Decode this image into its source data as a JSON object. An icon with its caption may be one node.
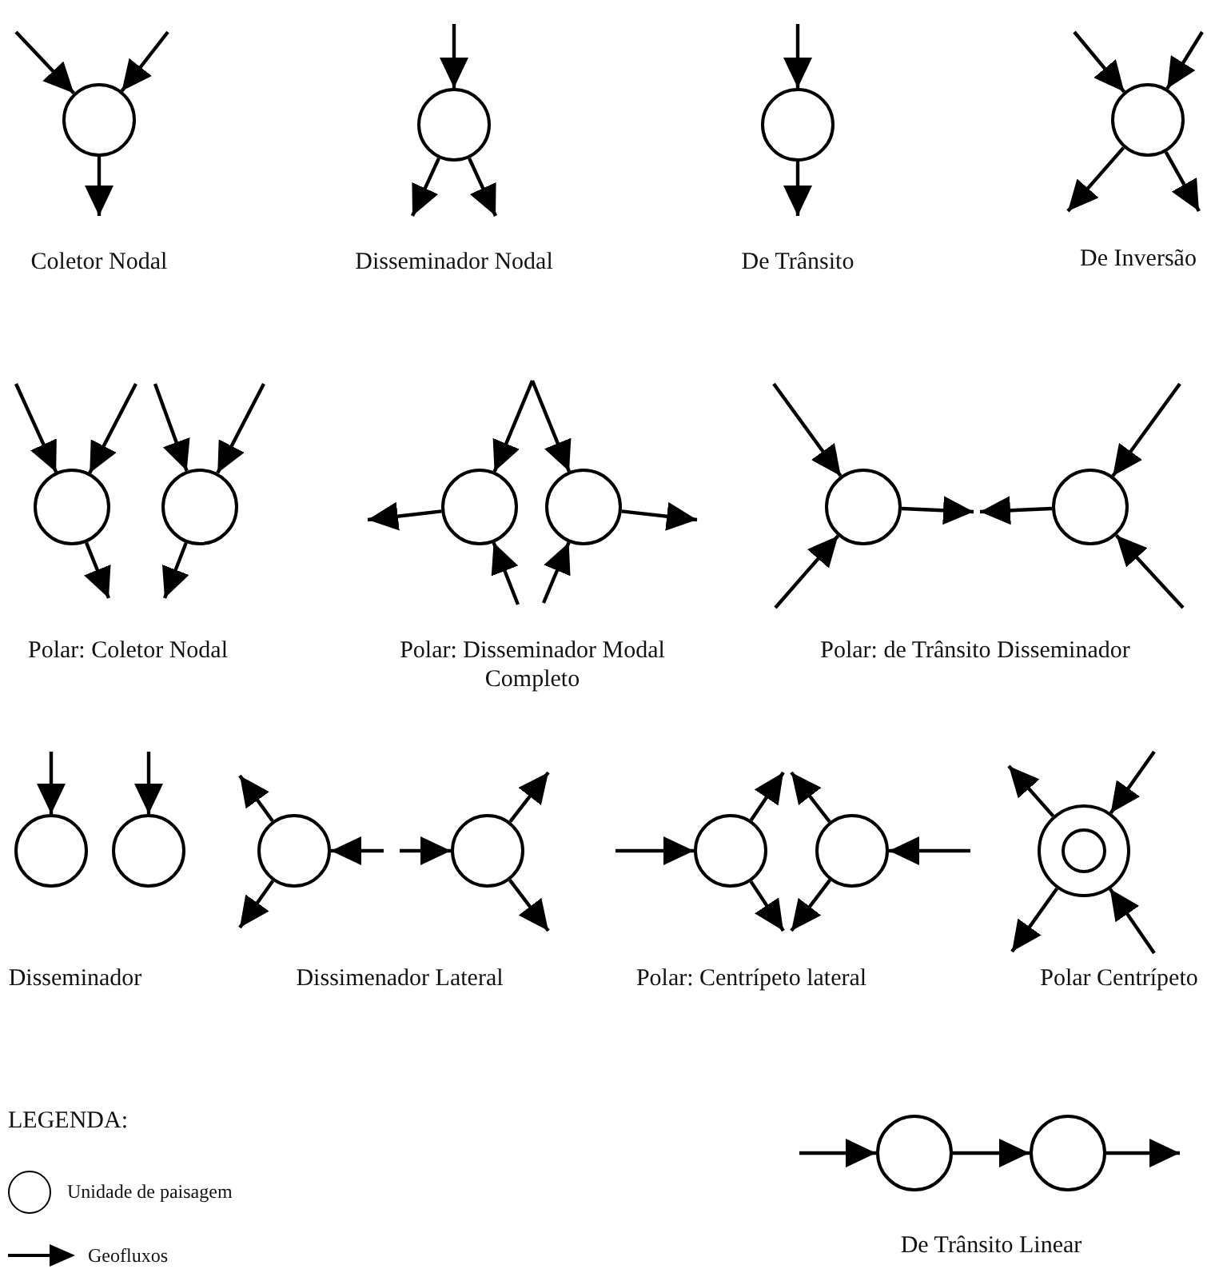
{
  "diagram": {
    "nodes": [
      {
        "text": [],
        "shape": "circle"
      },
      {
        "text": [],
        "shape": "circle"
      },
      {
        "text": [],
        "shape": "circle"
      },
      {
        "text": [],
        "shape": "circle"
      },
      {
        "text": [],
        "shape": "circle"
      },
      {
        "text": [],
        "shape": "circle"
      },
      {
        "text": [],
        "shape": "circle"
      },
      {
        "text": [],
        "shape": "circle"
      },
      {
        "text": [],
        "shape": "circle"
      },
      {
        "text": [],
        "shape": "circle"
      },
      {
        "text": [],
        "shape": "circle"
      },
      {
        "text": [],
        "shape": "circle"
      },
      {
        "text": [],
        "shape": "circle"
      },
      {
        "text": [],
        "shape": "circle"
      },
      {
        "text": [],
        "shape": "circle"
      },
      {
        "text": [],
        "shape": "circle"
      },
      {
        "text": [],
        "shape": "circle"
      },
      {
        "text": [],
        "shape": "circle",
        "in": 16
      },
      {
        "text": [],
        "shape": "circle"
      },
      {
        "text": [],
        "shape": "circle"
      }
    ],
    "edges": [
      {
        "from": null,
        "to": 0,
        "arrow": "to"
      },
      {
        "from": null,
        "to": 0,
        "arrow": "to"
      },
      {
        "from": 0,
        "to": null,
        "arrow": "to"
      },
      {
        "from": null,
        "to": 1,
        "arrow": "to"
      },
      {
        "from": 1,
        "to": null,
        "arrow": "to"
      },
      {
        "from": 1,
        "to": null,
        "arrow": "to"
      },
      {
        "from": null,
        "to": 2,
        "arrow": "to"
      },
      {
        "from": 2,
        "to": null,
        "arrow": "to"
      },
      {
        "from": null,
        "to": 3,
        "arrow": "to"
      },
      {
        "from": null,
        "to": 3,
        "arrow": "to"
      },
      {
        "from": 3,
        "to": null,
        "arrow": "to"
      },
      {
        "from": 3,
        "to": null,
        "arrow": "to"
      },
      {
        "from": null,
        "to": 4,
        "arrow": "to"
      },
      {
        "from": null,
        "to": 4,
        "arrow": "to"
      },
      {
        "from": 4,
        "to": null,
        "arrow": "to"
      },
      {
        "from": null,
        "to": 5,
        "arrow": "to"
      },
      {
        "from": null,
        "to": 5,
        "arrow": "to"
      },
      {
        "from": 5,
        "to": null,
        "arrow": "to"
      },
      {
        "from": null,
        "to": 6,
        "arrow": "to"
      },
      {
        "from": null,
        "to": 7,
        "arrow": "to"
      },
      {
        "from": 6,
        "to": null,
        "arrow": "to"
      },
      {
        "from": null,
        "to": 6,
        "arrow": "to"
      },
      {
        "from": null,
        "to": 7,
        "arrow": "to"
      },
      {
        "from": 7,
        "to": null,
        "arrow": "to"
      },
      {
        "from": null,
        "to": 8,
        "arrow": "to"
      },
      {
        "from": null,
        "to": 8,
        "arrow": "to"
      },
      {
        "from": 8,
        "to": null,
        "arrow": "to"
      },
      {
        "from": null,
        "to": 9,
        "arrow": "to"
      },
      {
        "from": null,
        "to": 9,
        "arrow": "to"
      },
      {
        "from": 9,
        "to": null,
        "arrow": "to"
      },
      {
        "from": null,
        "to": 10,
        "arrow": "to"
      },
      {
        "from": null,
        "to": 11,
        "arrow": "to"
      },
      {
        "from": 12,
        "to": null,
        "arrow": "to"
      },
      {
        "from": 12,
        "to": null,
        "arrow": "to"
      },
      {
        "from": null,
        "to": 12,
        "arrow": "to"
      },
      {
        "from": null,
        "to": 13,
        "arrow": "to"
      },
      {
        "from": 13,
        "to": null,
        "arrow": "to"
      },
      {
        "from": 13,
        "to": null,
        "arrow": "to"
      },
      {
        "from": null,
        "to": 14,
        "arrow": "to"
      },
      {
        "from": 14,
        "to": null,
        "arrow": "to"
      },
      {
        "from": 14,
        "to": null,
        "arrow": "to"
      },
      {
        "from": null,
        "to": 15,
        "arrow": "to"
      },
      {
        "from": 15,
        "to": null,
        "arrow": "to"
      },
      {
        "from": 15,
        "to": null,
        "arrow": "to"
      },
      {
        "from": 16,
        "to": null,
        "arrow": "to"
      },
      {
        "from": null,
        "to": 16,
        "arrow": "to"
      },
      {
        "from": 16,
        "to": null,
        "arrow": "to"
      },
      {
        "from": null,
        "to": 16,
        "arrow": "to"
      },
      {
        "from": null,
        "to": 18,
        "arrow": "to"
      },
      {
        "from": 18,
        "to": 19,
        "arrow": "to"
      },
      {
        "from": 19,
        "to": null,
        "arrow": "to"
      }
    ],
    "labels": [
      "Coletor Nodal",
      "Disseminador Nodal",
      "De Trânsito",
      "De Inversão",
      "Polar: Coletor Nodal",
      "Polar: Disseminador Modal Completo",
      "Polar: de Trânsito Disseminador",
      "Disseminador",
      "Dissimenador Lateral",
      "Polar: Centrípeto lateral",
      "Polar Centrípeto",
      "LEGENDA:",
      "De Trânsito Linear"
    ],
    "legend": [
      {
        "text": "Unidade de paisagem"
      },
      {
        "text": "Geofluxos"
      }
    ]
  }
}
